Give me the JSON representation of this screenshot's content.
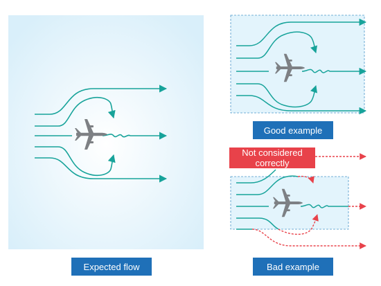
{
  "labels": {
    "expected_flow": "Expected flow",
    "good_example": "Good example",
    "bad_example": "Bad example",
    "not_considered": "Not considered correctly"
  },
  "colors": {
    "flow_lines": "#17a39a",
    "aircraft": "#7d8084",
    "label_blue": "#1f70b8",
    "label_red": "#e8424a",
    "box_fill": "#e3f4fc",
    "domain_border": "#4a97c9"
  },
  "icons": {
    "aircraft": "airplane-icon"
  }
}
